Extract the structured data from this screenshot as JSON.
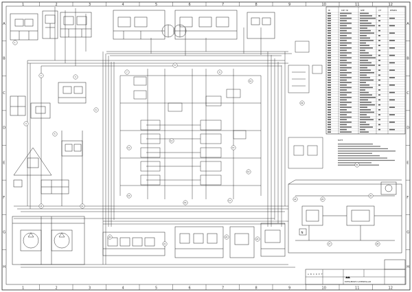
{
  "drawing": {
    "zone_columns": [
      "1",
      "2",
      "3",
      "4",
      "5",
      "6",
      "7",
      "8",
      "9",
      "10",
      "11",
      "12"
    ],
    "zone_rows": [
      "A",
      "B",
      "C",
      "D",
      "E",
      "F",
      "G",
      "H"
    ],
    "bubble_labels": [
      "1",
      "2",
      "3",
      "4",
      "5",
      "6",
      "7",
      "8",
      "9",
      "10",
      "11",
      "12",
      "13",
      "14",
      "15",
      "16",
      "17",
      "18",
      "19",
      "20",
      "21",
      "22",
      "23",
      "24",
      "25",
      "26",
      "27",
      "28",
      "29",
      "30"
    ],
    "detail_label": "N",
    "title_block": {
      "company": "MITSUBISHI CATERPILLAR",
      "rev_letters": [
        "A",
        "B",
        "C",
        "D",
        "E",
        "F"
      ]
    }
  },
  "bom": {
    "header": [
      "NO",
      "PART NO",
      "NAME",
      "QTY",
      "REMARKS"
    ]
  },
  "notes": {
    "title": "NOTE"
  }
}
